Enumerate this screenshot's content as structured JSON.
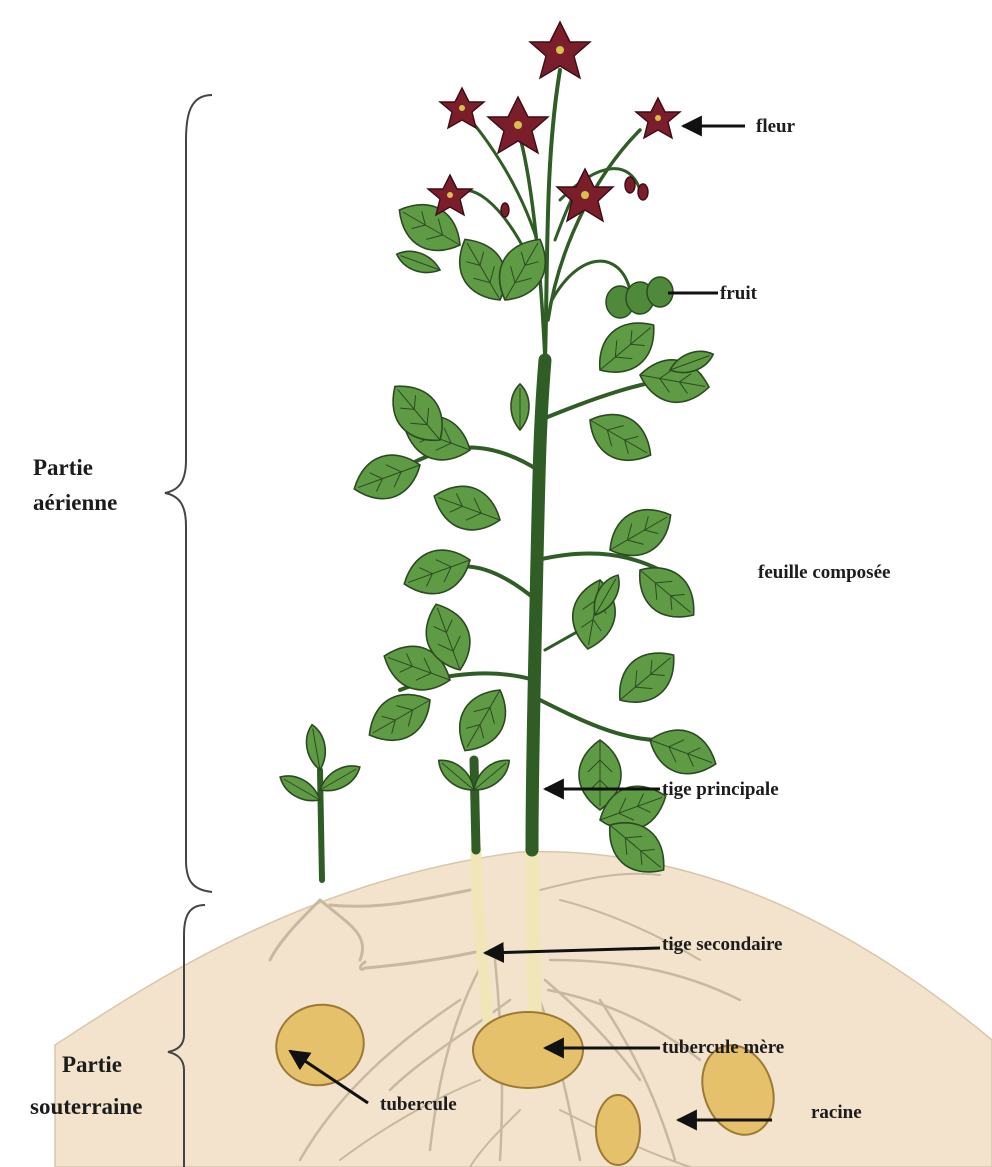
{
  "labels": {
    "fleur": "fleur",
    "fruit": "fruit",
    "feuille_composee": "feuille composée",
    "tige_principale": "tige principale",
    "tige_secondaire": "tige secondaire",
    "tubercule_mere": "tubercule mère",
    "tubercule": "tubercule",
    "racine": "racine",
    "partie_aerienne": [
      "Partie",
      "aérienne"
    ],
    "partie_souterraine": [
      "Partie",
      "souterraine"
    ]
  },
  "colors": {
    "soil": "#f3e3cc",
    "leaf": "#5f9a45",
    "stem": "#2f5d25",
    "flower": "#7a1e2c",
    "tuber": "#e6c16b",
    "root": "#c7b9a0"
  }
}
